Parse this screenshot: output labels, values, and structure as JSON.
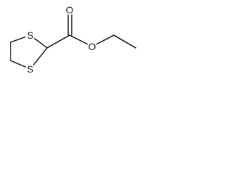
{
  "molecule": {
    "atoms": {
      "sulfur_upper": "S",
      "sulfur_lower": "S",
      "carbonyl_oxygen": "O",
      "ester_oxygen": "O"
    }
  },
  "colors": {
    "ink": "#222222",
    "background": "#ffffff"
  }
}
